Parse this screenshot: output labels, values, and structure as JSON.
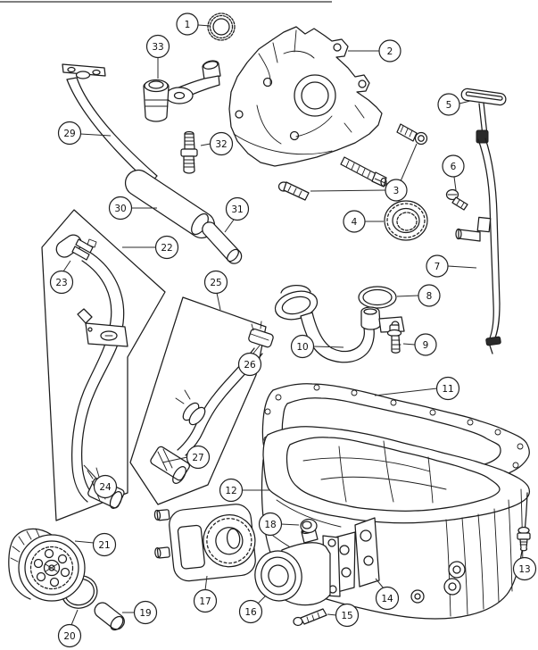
{
  "figure": {
    "type": "exploded-parts-diagram",
    "background_color": "#ffffff",
    "ink_color": "#1c1c1c",
    "callout_count": 32
  },
  "callouts": [
    {
      "number": "1"
    },
    {
      "number": "2"
    },
    {
      "number": "3"
    },
    {
      "number": "4"
    },
    {
      "number": "5"
    },
    {
      "number": "6"
    },
    {
      "number": "7"
    },
    {
      "number": "8"
    },
    {
      "number": "9"
    },
    {
      "number": "10"
    },
    {
      "number": "11"
    },
    {
      "number": "12"
    },
    {
      "number": "13"
    },
    {
      "number": "14"
    },
    {
      "number": "15"
    },
    {
      "number": "16"
    },
    {
      "number": "17"
    },
    {
      "number": "18"
    },
    {
      "number": "19"
    },
    {
      "number": "20"
    },
    {
      "number": "21"
    },
    {
      "number": "22"
    },
    {
      "number": "23"
    },
    {
      "number": "24"
    },
    {
      "number": "25"
    },
    {
      "number": "26"
    },
    {
      "number": "27"
    },
    {
      "number": "29"
    },
    {
      "number": "30"
    },
    {
      "number": "31"
    },
    {
      "number": "32"
    },
    {
      "number": "33"
    }
  ]
}
